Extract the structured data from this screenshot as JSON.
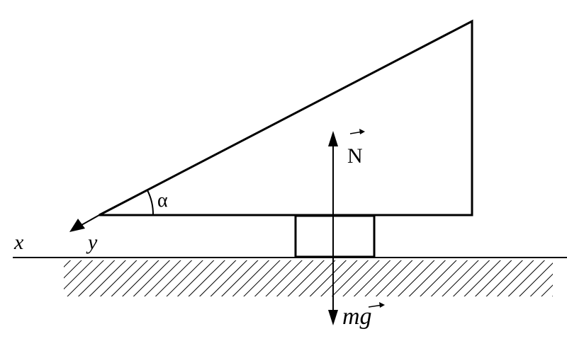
{
  "labels": {
    "angle": "α",
    "normal_force": "N",
    "gravity_force": "mg",
    "axis_x": "x",
    "axis_y": "y"
  },
  "colors": {
    "ink": "#000000",
    "background": "#ffffff"
  }
}
